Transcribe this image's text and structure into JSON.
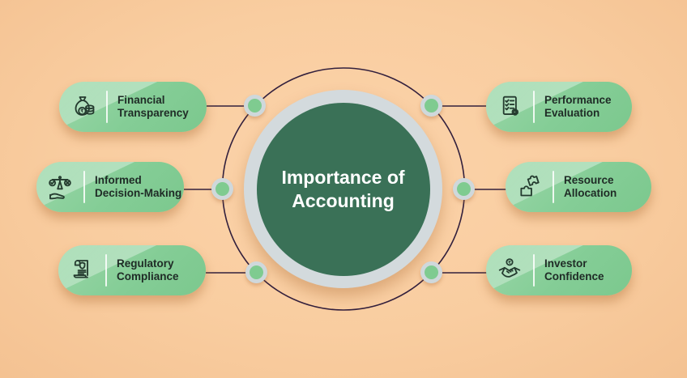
{
  "background_color": "#F9CDA0",
  "currency_symbol": "₹",
  "center": {
    "title": "Importance of Accounting",
    "circle_color": "#3A7157",
    "ring_color": "#D3DADD",
    "title_color": "#FFFFFF"
  },
  "connectors": {
    "line_color": "#33203D",
    "node_outer_color": "#CFD8DB",
    "node_inner_color": "#7FCB90"
  },
  "pill_style": {
    "gradient_start": "#9AD7A8",
    "gradient_end": "#7CC88E",
    "text_color": "#1F2B26",
    "icon_stroke": "#243B2F"
  },
  "items": [
    {
      "label": "Financial\nTransparency",
      "icon": "money-bag-icon",
      "side": "left"
    },
    {
      "label": "Informed\nDecision-Making",
      "icon": "scales-hand-icon",
      "side": "left"
    },
    {
      "label": "Regulatory\nCompliance",
      "icon": "scroll-shield-icon",
      "side": "left"
    },
    {
      "label": "Performance\nEvaluation",
      "icon": "checklist-gear-icon",
      "side": "right"
    },
    {
      "label": "Resource\nAllocation",
      "icon": "puzzle-pieces-icon",
      "side": "right"
    },
    {
      "label": "Investor\nConfidence",
      "icon": "handshake-coin-icon",
      "side": "right"
    }
  ]
}
